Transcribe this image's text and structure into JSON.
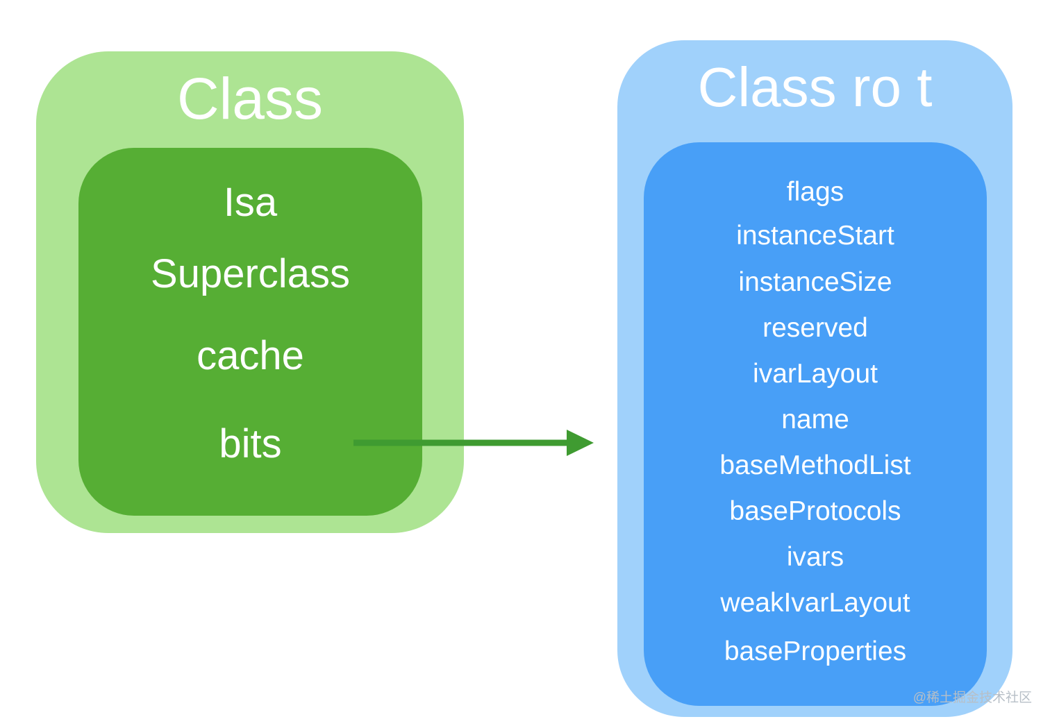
{
  "colors": {
    "class_outer": "#ade493",
    "class_inner": "#56ae34",
    "ro_outer": "#a0d1fb",
    "ro_inner": "#489ff7",
    "arrow": "#3f9b31",
    "text": "#ffffff"
  },
  "class_box": {
    "title": "Class",
    "fields": [
      "Isa",
      "Superclass",
      "cache",
      "bits"
    ]
  },
  "ro_box": {
    "title": "Class ro t",
    "fields": [
      "flags",
      "instanceStart",
      "instanceSize",
      "reserved",
      "ivarLayout",
      "name",
      "baseMethodList",
      "baseProtocols",
      "ivars",
      "weakIvarLayout",
      "baseProperties"
    ]
  },
  "connector": {
    "from": "bits",
    "to": "Class ro t"
  },
  "watermark": "@稀土掘金技术社区"
}
